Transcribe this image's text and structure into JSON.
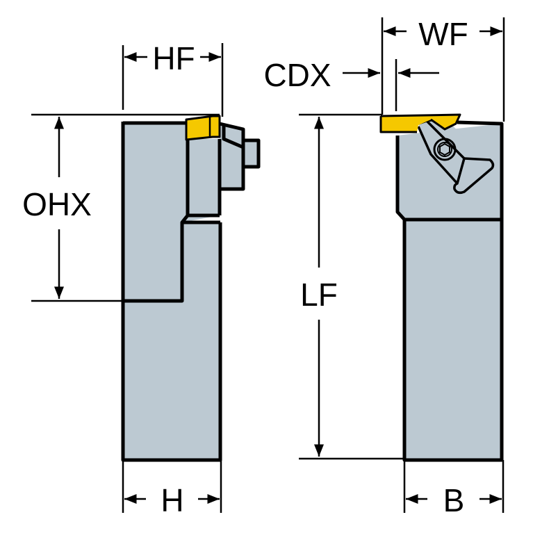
{
  "title": "Parting and grooving tool holder dimensions",
  "colors": {
    "body": "#bcc9d2",
    "insert": "#f5c800",
    "outline": "#000000",
    "background": "#ffffff"
  },
  "labels": {
    "hf": "HF",
    "ohx": "OHX",
    "h": "H",
    "cdx": "CDX",
    "wf": "WF",
    "lf": "LF",
    "b": "B"
  },
  "views": {
    "left": "side-view",
    "right": "top-view"
  }
}
